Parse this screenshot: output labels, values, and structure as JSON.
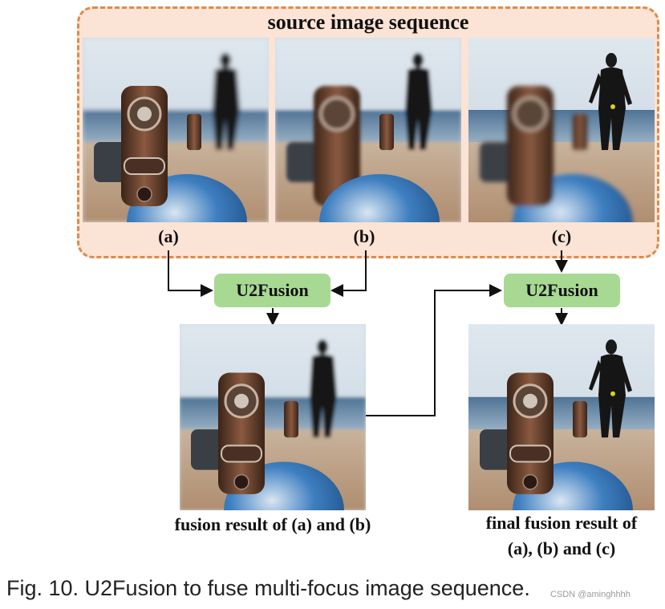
{
  "source": {
    "title": "source image sequence",
    "labels": [
      "(a)",
      "(b)",
      "(c)"
    ]
  },
  "fusion_nodes": [
    "U2Fusion",
    "U2Fusion"
  ],
  "results": {
    "first": "fusion result of (a) and (b)",
    "final_line1": "final fusion result of",
    "final_line2": "(a), (b) and (c)"
  },
  "caption": "Fig. 10. U2Fusion to fuse multi-focus image sequence.",
  "watermark": "CSDN @aminghhhh",
  "colors": {
    "source_border": "#e08a4a",
    "source_fill": "#fbe3d5",
    "fusion_fill": "#a8d993"
  }
}
